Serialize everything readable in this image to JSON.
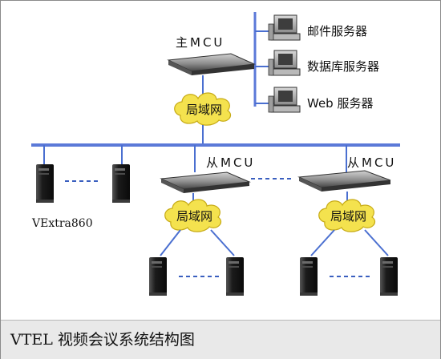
{
  "diagram": {
    "main_mcu_label": "主MCU",
    "servers": [
      {
        "label": "邮件服务器"
      },
      {
        "label": "数据库服务器"
      },
      {
        "label": "Web 服务器"
      }
    ],
    "lan_label": "局域网",
    "sub_mcu_label": "从MCU",
    "terminal_label": "VExtra860",
    "caption": "VTEL 视频会议系统结构图",
    "colors": {
      "bus": "#5b79d8",
      "link": "#4a6fd0",
      "cloud": "#f4e24e",
      "cloud_edge": "#c7ab16",
      "device_dark": "#1d1d1d"
    }
  }
}
